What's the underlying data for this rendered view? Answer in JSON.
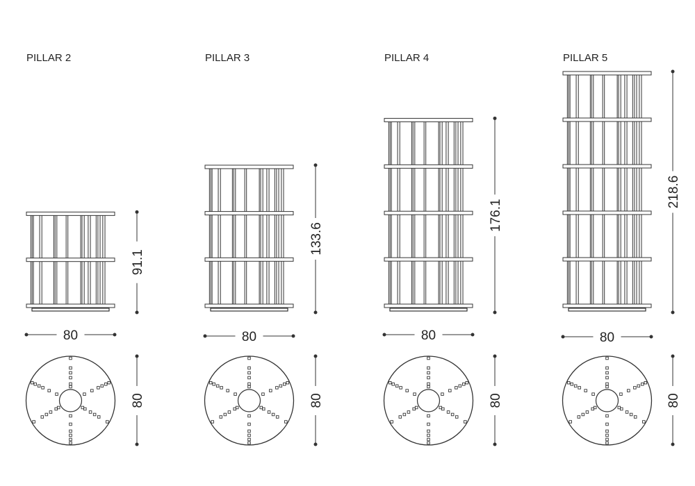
{
  "units_scale_note": "cm",
  "pillars": [
    {
      "name": "PILLAR 2",
      "height": 91.1,
      "height_label": "91.1",
      "width_label": "80",
      "depth_label": "80",
      "shelves": 3
    },
    {
      "name": "PILLAR 3",
      "height": 133.6,
      "height_label": "133.6",
      "width_label": "80",
      "depth_label": "80",
      "shelves": 4
    },
    {
      "name": "PILLAR 4",
      "height": 176.1,
      "height_label": "176.1",
      "width_label": "80",
      "depth_label": "80",
      "shelves": 5
    },
    {
      "name": "PILLAR 5",
      "height": 218.6,
      "height_label": "218.6",
      "width_label": "80",
      "depth_label": "80",
      "shelves": 6
    }
  ],
  "colors": {
    "line": "#333333",
    "text": "#222222"
  }
}
